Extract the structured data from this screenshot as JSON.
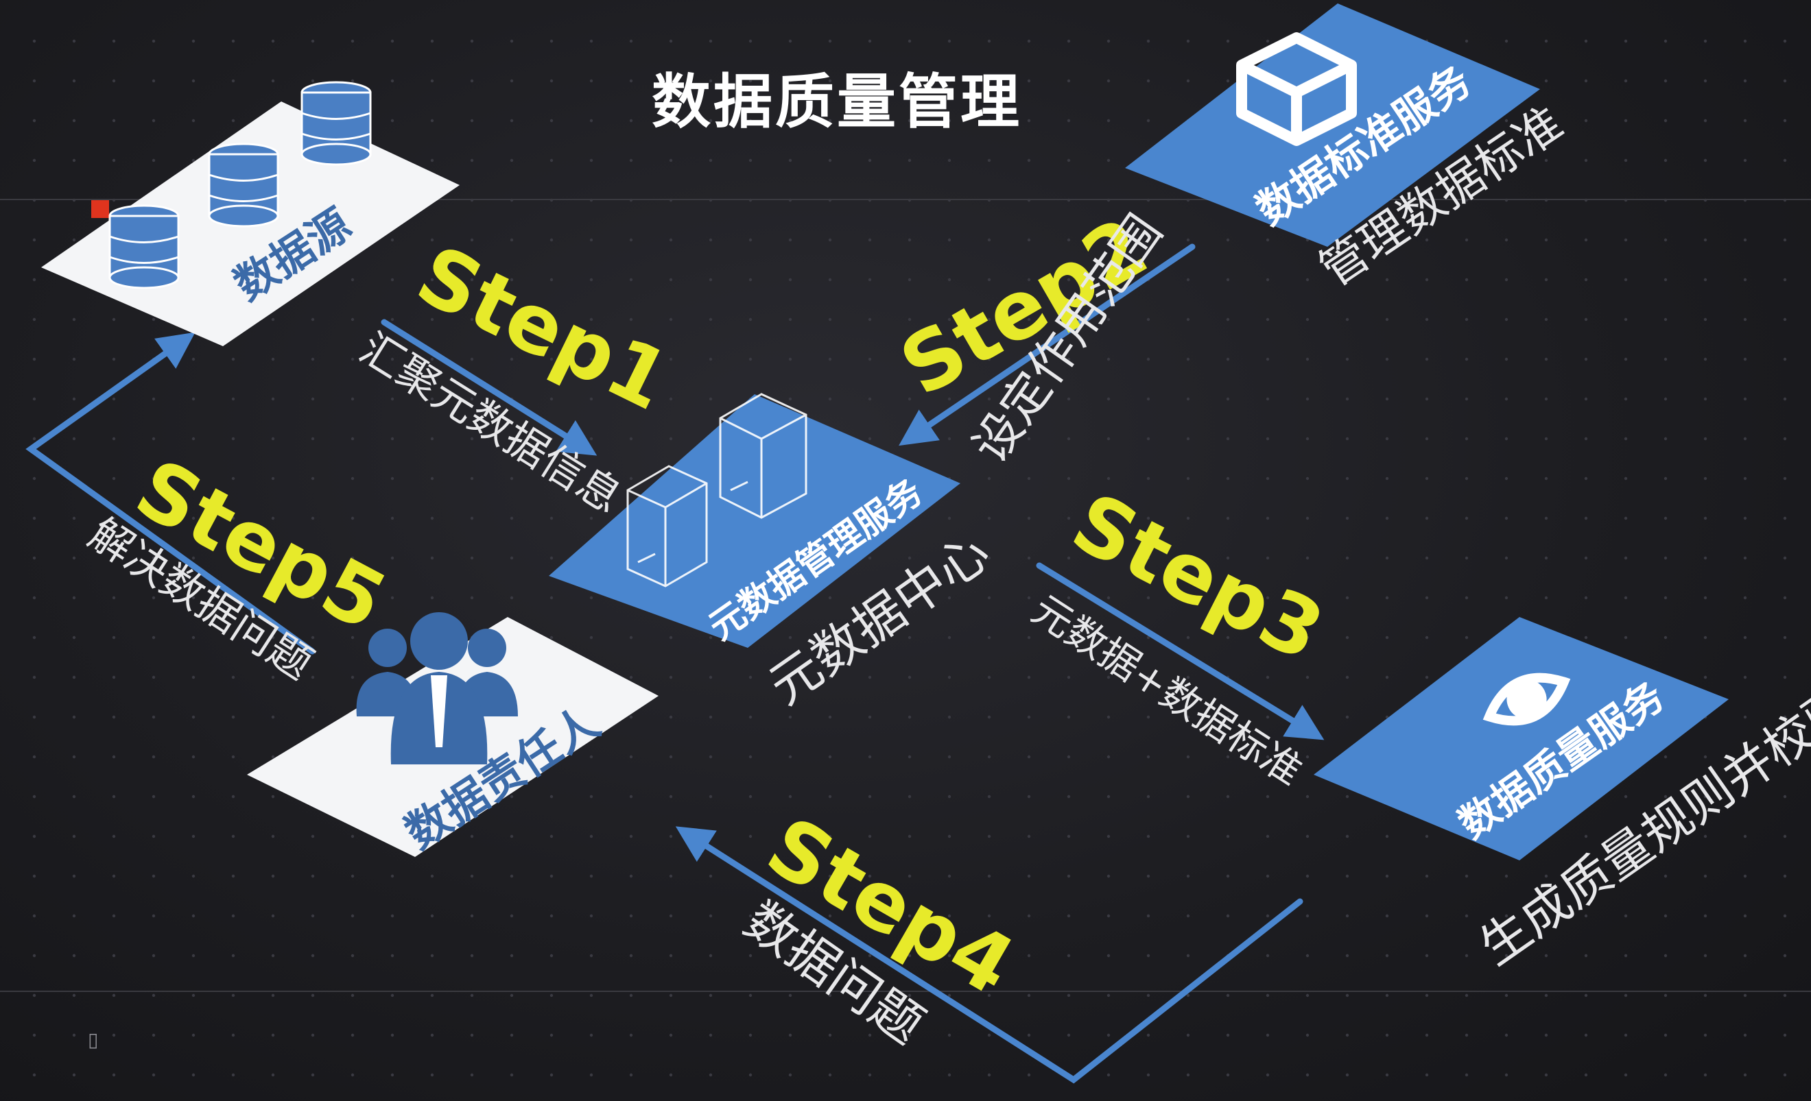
{
  "title": "数据质量管理",
  "colors": {
    "background": "#1d1d21",
    "tile_blue": "#4a86cf",
    "tile_white": "#f4f5f7",
    "arrow_blue": "#4a86cf",
    "step_yellow": "#e7ea2a",
    "text_light": "#e8e8ea",
    "icon_blue": "#3b6aa8"
  },
  "nodes": {
    "data_source": {
      "tile_text": "数据源",
      "icon": "database-icon"
    },
    "metadata_service": {
      "tile_text": "元数据管理服务",
      "caption": "元数据中心",
      "icon": "server-icon"
    },
    "standard_service": {
      "tile_text": "数据标准服务",
      "caption": "管理数据标准",
      "icon": "cube-icon"
    },
    "quality_service": {
      "tile_text": "数据质量服务",
      "caption": "生成质量规则并校验",
      "icon": "eye-icon"
    },
    "owner": {
      "tile_text": "数据责任人",
      "icon": "people-icon"
    }
  },
  "steps": [
    {
      "label": "Step1",
      "desc": "汇聚元数据信息"
    },
    {
      "label": "Step2",
      "desc": "设定作用范围"
    },
    {
      "label": "Step3",
      "desc": "元数据+数据标准"
    },
    {
      "label": "Step4",
      "desc": "数据问题"
    },
    {
      "label": "Step5",
      "desc": "解决数据问题"
    }
  ]
}
